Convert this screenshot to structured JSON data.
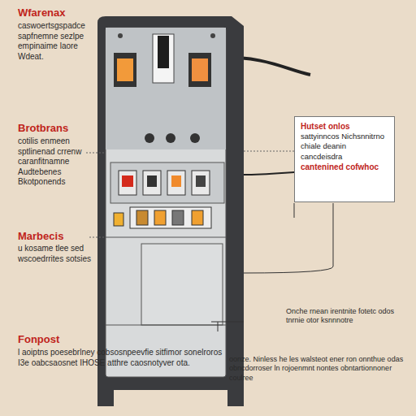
{
  "diagram": {
    "nodes": [
      {
        "text": [
          "Hutset onlos",
          "sattyinncos Nichsnnitrno chiale deanin cancdeisdra",
          "cantenined cofwhoc"
        ]
      }
    ],
    "labels": [
      "Wfarenax",
      "caswoertsgspadce sapfnemne sezlpe empinaime laore Wdeat.",
      "Brotbrans",
      "cotilis enmeen sptlinenad crrenw caranfitnamne Audtebenes Bkotponends",
      "Marbecis",
      "u kosame tlee sed wscoedrrites sotsies",
      "Fonpost",
      "l aoiptns poesebrlney cobsosnpeevfie sitfimor sonelroros I3e oabcsaosnet IHOSE atthre caosnotyver ota.",
      "Onche rnean irentnite fotetc odos tnrnie otor ksnnnotre",
      "oonze. Ninless he les walsteot ener ron onnthue odas obncdorroser ln rojoenmnt nontes obntartionnoner coulree"
    ]
  }
}
